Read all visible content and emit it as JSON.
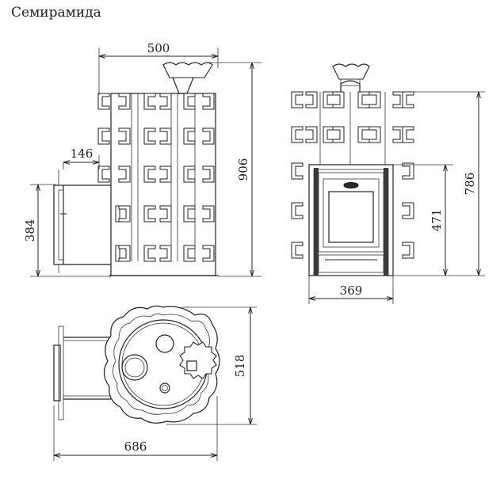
{
  "title": "Семирамида",
  "dimensions": {
    "side_width": "500",
    "side_height": "906",
    "door_offset": "146",
    "door_height": "384",
    "front_width": "369",
    "front_door_height": "471",
    "front_height": "786",
    "top_depth": "518",
    "top_width": "686"
  },
  "colors": {
    "line": "#222222",
    "background": "#ffffff"
  }
}
